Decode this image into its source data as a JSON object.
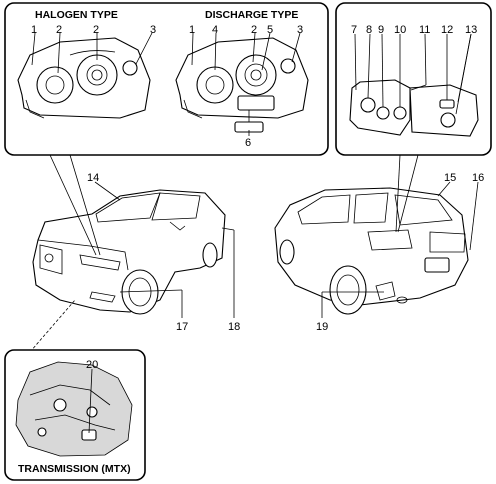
{
  "panels": {
    "headlamp_halogen_title": "HALOGEN TYPE",
    "headlamp_discharge_title": "DISCHARGE TYPE",
    "transmission_title": "TRANSMISSION (MTX)"
  },
  "callouts": {
    "c1a": "1",
    "c2a": "2",
    "c2b": "2",
    "c3a": "3",
    "c1b": "1",
    "c4": "4",
    "c2c": "2",
    "c5": "5",
    "c3b": "3",
    "c6": "6",
    "c7": "7",
    "c8": "8",
    "c9": "9",
    "c10": "10",
    "c11": "11",
    "c12": "12",
    "c13": "13",
    "c14": "14",
    "c15": "15",
    "c16": "16",
    "c17": "17",
    "c18": "18",
    "c19": "19",
    "c20": "20"
  }
}
